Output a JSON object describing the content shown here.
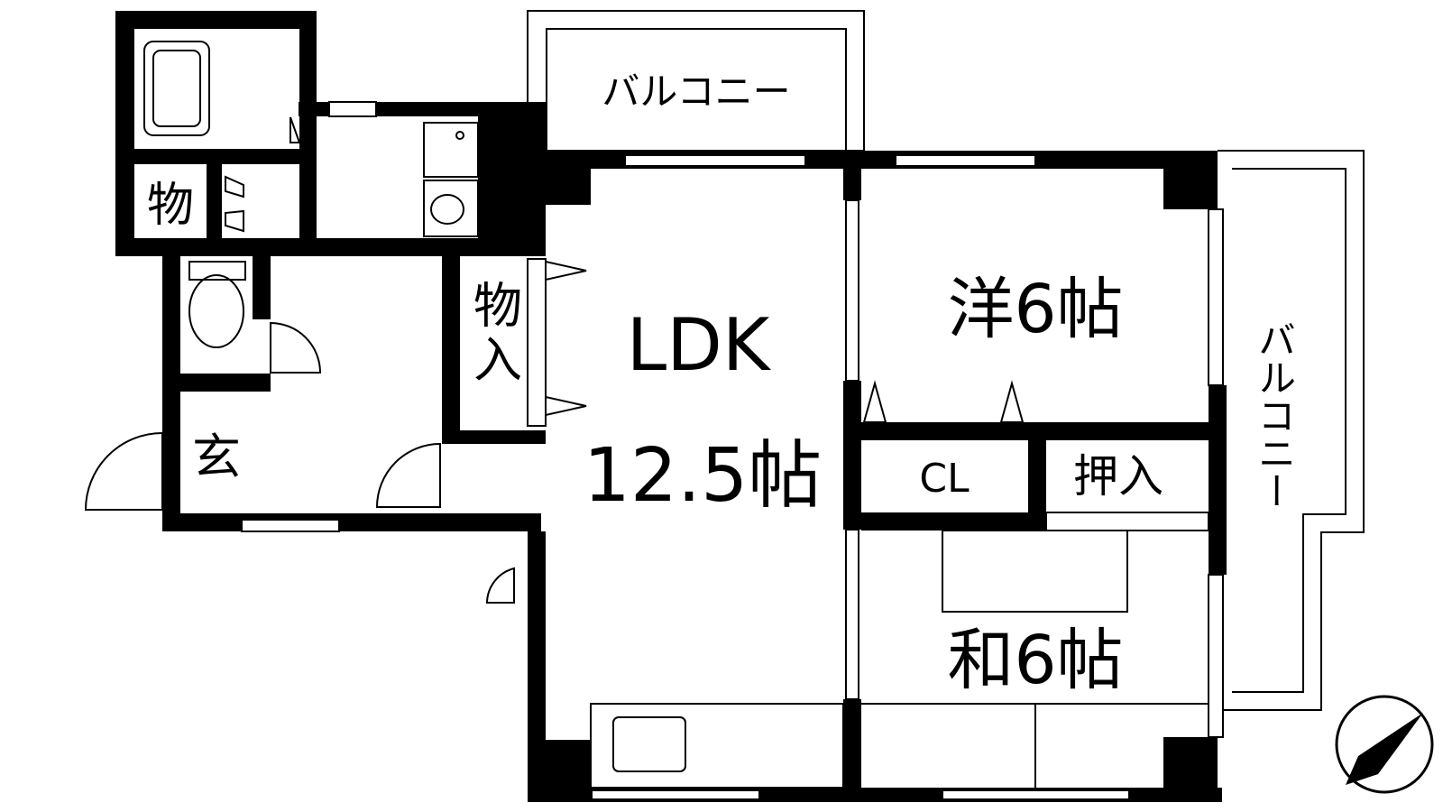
{
  "rooms": {
    "ldk_name": "LDK",
    "ldk_size": "12.5帖",
    "western": "洋6帖",
    "japanese": "和6帖",
    "closet": "CL",
    "oshiire": "押入",
    "storage_entry": "物入",
    "storage_small": "物",
    "genkan": "玄",
    "balcony_top": "バルコニー",
    "balcony_side": "バルコニー"
  },
  "compass": {
    "icon": "north-arrow-icon"
  }
}
